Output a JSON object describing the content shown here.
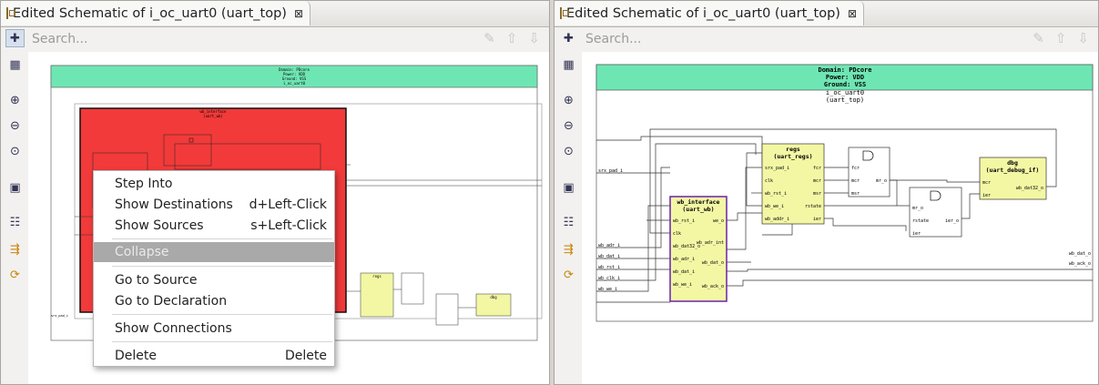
{
  "left_panel": {
    "tab_title": "Edited Schematic of i_oc_uart0 (uart_top)",
    "close_icon": "⊠",
    "search_placeholder": "Search..."
  },
  "right_panel": {
    "tab_title": "Edited Schematic of i_oc_uart0 (uart_top)",
    "close_icon": "⊠",
    "search_placeholder": "Search..."
  },
  "toolbar_icons": [
    "brush-icon",
    "arrow-up-icon",
    "arrow-down-icon"
  ],
  "sidebar_icons": [
    "select-mode-icon",
    "fit-view-icon",
    "zoom-in-icon",
    "zoom-out-icon",
    "zoom-fit-icon",
    "save-icon",
    "netlist-icon",
    "step-in-icon",
    "refresh-icon"
  ],
  "schematic": {
    "domain": "Domain: PDcore",
    "power": "Power: VDD",
    "ground": "Ground: VSS",
    "instance": "i_oc_uart0",
    "module": "(uart_top)",
    "wb_interface": {
      "name": "wb_interface",
      "module": "(uart_wb)",
      "inputs": [
        "wb_rst_i",
        "clk",
        "wb_dat32_o",
        "wb_adr_i",
        "wb_dat_i",
        "wb_we_i"
      ],
      "outputs": [
        "we_o",
        "wb_adr_int",
        "wb_dat_o",
        "wb_ack_o"
      ]
    },
    "regs": {
      "name": "regs",
      "module": "(uart_regs)",
      "inputs": [
        "srx_pad_i",
        "clk",
        "wb_rst_i",
        "wb_we_i",
        "wb_addr_i"
      ],
      "outputs": [
        "fcr",
        "mcr",
        "msr",
        "rstate",
        "ier"
      ]
    },
    "dbg": {
      "name": "dbg",
      "module": "(uart_debug_if)",
      "inputs": [
        "mcr",
        "ier"
      ],
      "outputs": [
        "wb_dat32_o"
      ]
    },
    "gate1": {
      "inputs": [
        "fcr",
        "mcr",
        "msr"
      ],
      "outputs": [
        "mr_o"
      ]
    },
    "gate2": {
      "inputs": [
        "mr_o",
        "rstate",
        "ier"
      ],
      "outputs": [
        "ier_o"
      ]
    },
    "top_inputs": [
      "srx_pad_i",
      "wb_adr_i",
      "wb_dat_i",
      "wb_rst_i",
      "wb_clk_i",
      "wb_we_i"
    ],
    "top_outputs": [
      "wb_dat_o",
      "wb_ack_o"
    ],
    "colors": {
      "domain_bar": "#6ee6b4",
      "block_fill": "#f3f7a4",
      "selected_block": "#f23a3a",
      "selected_border": "#6a22a8"
    }
  },
  "context_menu": {
    "items": [
      {
        "label": "Step Into",
        "shortcut": ""
      },
      {
        "label": "Show Destinations",
        "shortcut": "d+Left-Click"
      },
      {
        "label": "Show Sources",
        "shortcut": "s+Left-Click"
      },
      {
        "label": "Collapse",
        "shortcut": "",
        "disabled": true
      },
      {
        "label": "Go to Source",
        "shortcut": ""
      },
      {
        "label": "Go to Declaration",
        "shortcut": ""
      },
      {
        "label": "Show Connections",
        "shortcut": ""
      },
      {
        "label": "Delete",
        "shortcut": "Delete"
      }
    ]
  }
}
